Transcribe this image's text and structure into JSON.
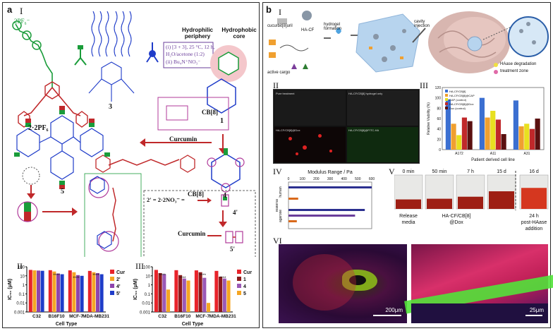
{
  "panel_a": {
    "letter": "a",
    "roman": "I",
    "reaction": {
      "step1": "(i) [3 + 3], 25 °C, 12 h,",
      "step1b": "H₂O/acetone (1:2)",
      "step2": "(ii) Bu₄N⁺NO₃⁻"
    },
    "hydrophilic": "Hydrophilic periphery",
    "hydrophobic": "Hydrophobic core",
    "compound_2": "2·2PF₆",
    "compound_2_label": "2PF₆⁻",
    "compound_3": "3",
    "compound_1": "1",
    "compound_4": "4",
    "compound_5": "5",
    "cb8": "CB[8]",
    "curcumin": "Curcumin",
    "inset_formula": "2' = 2·2NO₃⁻ =",
    "inset_cb8": "CB[8]",
    "inset_4p": "4'",
    "inset_curcumin": "Curcumin",
    "inset_5p": "5'",
    "roman_ii": "II",
    "roman_iii": "III"
  },
  "panel_b": {
    "letter": "b",
    "roman": "I",
    "schematic_labels": [
      "cucurbit[8]uril",
      "HA-CF",
      "hydrogel formation",
      "active cargo",
      "cavity injection",
      "HAase degradation",
      "treatment zone"
    ],
    "roman_ii": "II",
    "micro_captions": [
      "Pure treatment",
      "HA-CF/CB[8] hydrogel only",
      "HA-CF/CB[8]@Dox",
      "HA-CF/CB[8]@FITC-HA"
    ],
    "roman_iii": "III",
    "roman_iv": "IV",
    "roman_v": "V",
    "roman_vi": "VI",
    "vial_times": [
      "0 min",
      "50 min",
      "7 h",
      "15 d",
      "16 d"
    ],
    "vial_bottom": [
      "Release media",
      "HA-CF/CB[8] @Dox",
      "24 h post-HAase addition"
    ],
    "scale_bars": [
      "200μm",
      "25μm"
    ]
  },
  "chart_data": [
    {
      "type": "bar",
      "panel": "a-II",
      "categories": [
        "C32",
        "B16F10",
        "MCF-7",
        "MDA-MB231"
      ],
      "xlabel": "Cell Type",
      "ylabel": "IC₅₀ (μM)",
      "scale": "log",
      "yticks": [
        "0.001",
        "0.01",
        "0.1",
        "1",
        "10",
        "100"
      ],
      "ylim": [
        0.001,
        100
      ],
      "series": [
        {
          "name": "Cur",
          "color": "#e8232a",
          "values": [
            45,
            42,
            40,
            35
          ]
        },
        {
          "name": "2'",
          "color": "#f5a623",
          "values": [
            40,
            30,
            25,
            25
          ]
        },
        {
          "name": "4'",
          "color": "#8e44ad",
          "values": [
            38,
            18,
            12,
            20
          ]
        },
        {
          "name": "5'",
          "color": "#1f3cc9",
          "values": [
            36,
            15,
            10,
            15
          ]
        }
      ],
      "annotations": [
        "****",
        "****",
        "****"
      ]
    },
    {
      "type": "bar",
      "panel": "a-III",
      "categories": [
        "C32",
        "B16F10",
        "MCF-7",
        "MDA-MB231"
      ],
      "xlabel": "Cell Type",
      "ylabel": "IC₅₀ (μM)",
      "scale": "log",
      "yticks": [
        "0.001",
        "0.01",
        "0.1",
        "1",
        "10",
        "100"
      ],
      "ylim": [
        0.001,
        100
      ],
      "series": [
        {
          "name": "Cur",
          "color": "#e8232a",
          "values": [
            45,
            42,
            40,
            35
          ]
        },
        {
          "name": "1",
          "color": "#8b1a1a",
          "values": [
            20,
            12,
            25,
            8
          ]
        },
        {
          "name": "4",
          "color": "#9b59b6",
          "values": [
            15,
            5,
            6,
            5
          ]
        },
        {
          "name": "5",
          "color": "#f5a623",
          "values": [
            0.3,
            3,
            0.01,
            3
          ]
        }
      ],
      "annotations": [
        "****",
        "****",
        "****",
        "****"
      ]
    },
    {
      "type": "bar",
      "panel": "b-III",
      "categories": [
        "A172",
        "A11",
        "A31"
      ],
      "xlabel": "Patient derived cell line",
      "ylabel": "Relative Viability (%)",
      "ylim": [
        0,
        120
      ],
      "yticks": [
        "0",
        "20",
        "40",
        "60",
        "80",
        "100",
        "120"
      ],
      "series": [
        {
          "name": "HA-CF/CB[8]",
          "color": "#3b6fd1",
          "values": [
            97,
            100,
            95
          ]
        },
        {
          "name": "HA-CF/CB[8]@CAP",
          "color": "#f0a030",
          "values": [
            50,
            62,
            45
          ]
        },
        {
          "name": "CAP (control)",
          "color": "#e8e020",
          "values": [
            28,
            75,
            50
          ]
        },
        {
          "name": "HA-CF/CB[8]@Dox",
          "color": "#c0282a",
          "values": [
            62,
            58,
            40
          ]
        },
        {
          "name": "Dox (control)",
          "color": "#5a1010",
          "values": [
            55,
            30,
            60
          ]
        }
      ]
    },
    {
      "type": "bar",
      "panel": "b-IV",
      "title": "Modulus Range / Pa",
      "orientation": "horizontal",
      "xticks": [
        "0",
        "100",
        "200",
        "300",
        "400",
        "500",
        "600"
      ],
      "ylabel": "Material",
      "categories": [
        "human",
        "agarose"
      ],
      "series": [
        {
          "name": "range-1",
          "color": "#2b2f8f",
          "values": [
            600,
            550
          ]
        },
        {
          "name": "range-2",
          "color": "#6a3d9a",
          "values": [
            0,
            480
          ]
        },
        {
          "name": "range-3",
          "color": "#d9691b",
          "values": [
            70,
            60
          ]
        }
      ]
    }
  ]
}
